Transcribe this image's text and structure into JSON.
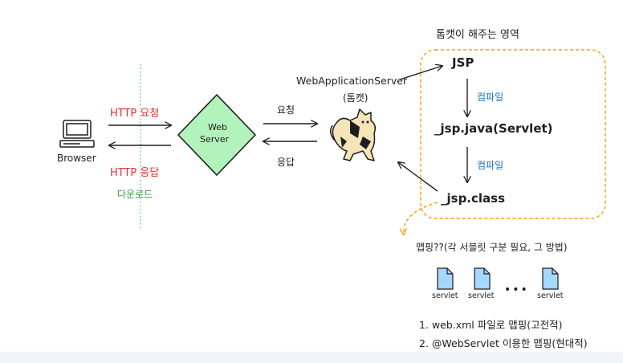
{
  "colors": {
    "stroke": "#1e1e1e",
    "http_label": "#e03131",
    "compile_label": "#1971c2",
    "download_label": "#2f9e44",
    "server_fill": "#b2f2bb",
    "tomcat_region": "#f59f00",
    "mapping_arrow": "#f59f00",
    "file_icon": "#a5d8ff",
    "divider": "#66c2a5"
  },
  "icons": [
    "computer-icon",
    "tomcat-mascot-icon",
    "file-icon"
  ],
  "browser": {
    "label": "Browser"
  },
  "http": {
    "request": "HTTP 요청",
    "response": "HTTP 응답",
    "download": "다운로드"
  },
  "web_server": {
    "line1": "Web",
    "line2": "Server"
  },
  "server_link": {
    "request": "요청",
    "response": "응답"
  },
  "was": {
    "label": "WebApplicationServer",
    "sublabel": "(톰캣)"
  },
  "tomcat_region": {
    "title": "톰캣이 해주는 영역",
    "jsp": "JSP",
    "compile_1": "컴파일",
    "java": "_jsp.java(Servlet)",
    "compile_2": "컴파일",
    "class": "_jsp.class"
  },
  "mapping": {
    "title": "맵핑??(각 서블릿 구분 필요, 그 방법)",
    "servlets": [
      "servlet",
      "servlet",
      "servlet"
    ],
    "ellipsis": "•••",
    "methods": [
      "1. web.xml 파일로 맵핑(고전적)",
      "2. @WebServlet 이용한 맵핑(현대적)"
    ]
  }
}
